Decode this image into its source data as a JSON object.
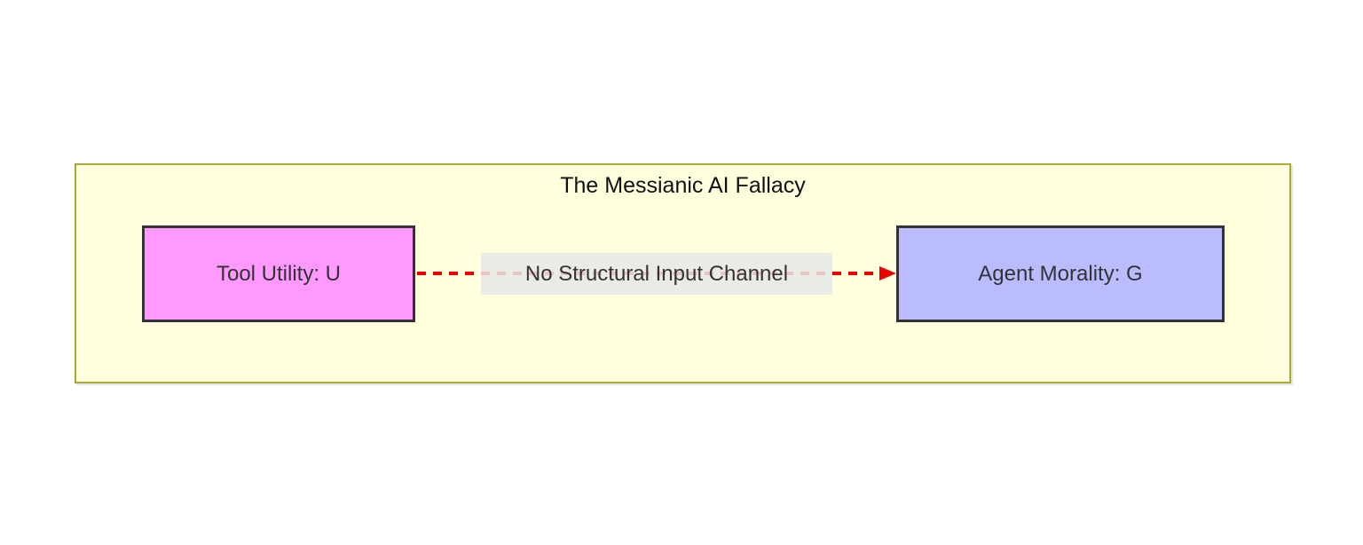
{
  "diagram": {
    "type": "flowchart",
    "title": "The Messianic AI Fallacy",
    "container": {
      "fill": "#ffffde",
      "border": "#aaaa33"
    },
    "nodes": [
      {
        "id": "tool-utility",
        "label": "Tool Utility: U",
        "fill": "#ff99ff",
        "border": "#333333",
        "text_color": "#333333"
      },
      {
        "id": "agent-morality",
        "label": "Agent Morality: G",
        "fill": "#bbbbff",
        "border": "#333333",
        "text_color": "#333333"
      }
    ],
    "edges": [
      {
        "from": "tool-utility",
        "to": "agent-morality",
        "label": "No Structural Input Channel",
        "style": "dashed",
        "color": "#ee0000",
        "arrowhead": "triangle-right",
        "label_background": "#e8e8e8"
      }
    ]
  }
}
